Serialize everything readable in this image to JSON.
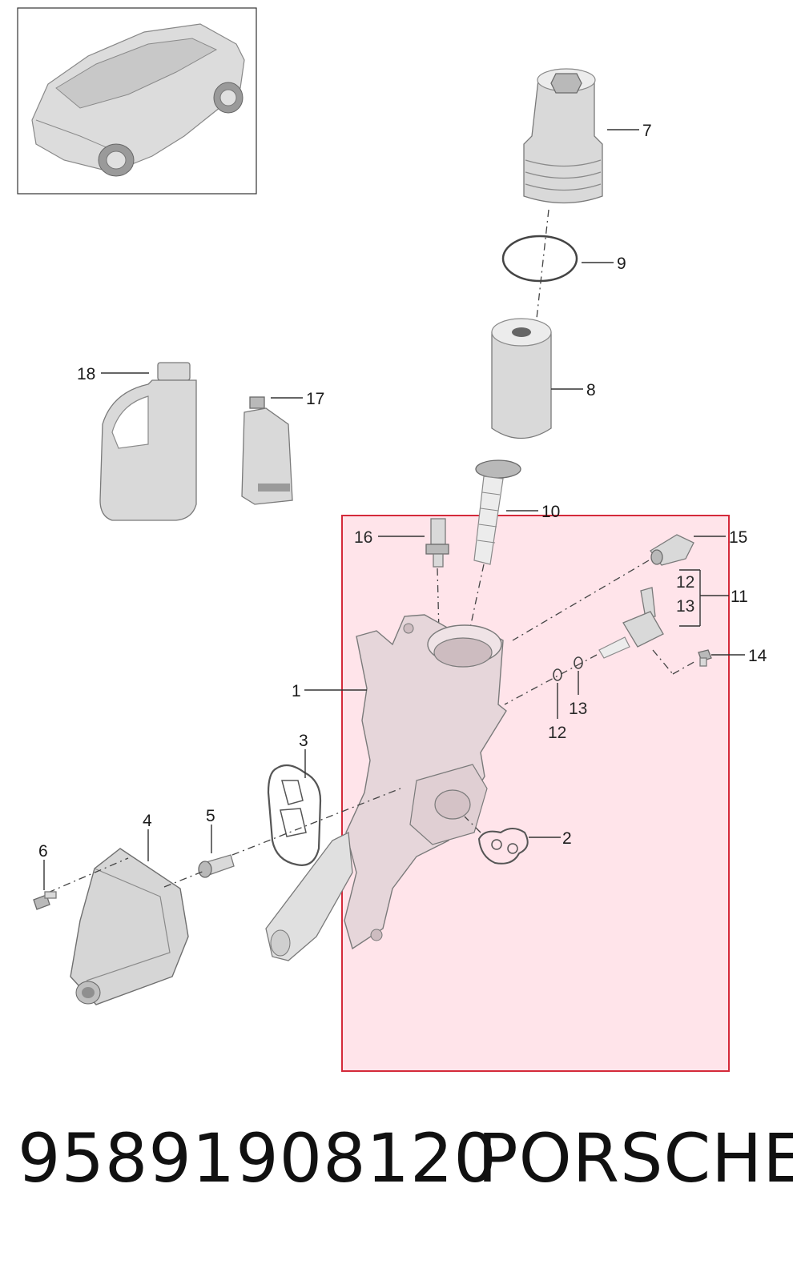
{
  "callouts": {
    "c1": "1",
    "c2": "2",
    "c3": "3",
    "c4": "4",
    "c5": "5",
    "c6": "6",
    "c7": "7",
    "c8": "8",
    "c9": "9",
    "c10": "10",
    "c11": "11",
    "c12a": "12",
    "c12b": "12",
    "c13a": "13",
    "c13b": "13",
    "c14": "14",
    "c15": "15",
    "c16": "16",
    "c17": "17",
    "c18": "18"
  },
  "footer": {
    "part_number": "95891908120",
    "brand": "PORSCHE"
  },
  "highlight": {
    "fill_color": "#ffe4ea",
    "border_color": "#d42a3a"
  }
}
